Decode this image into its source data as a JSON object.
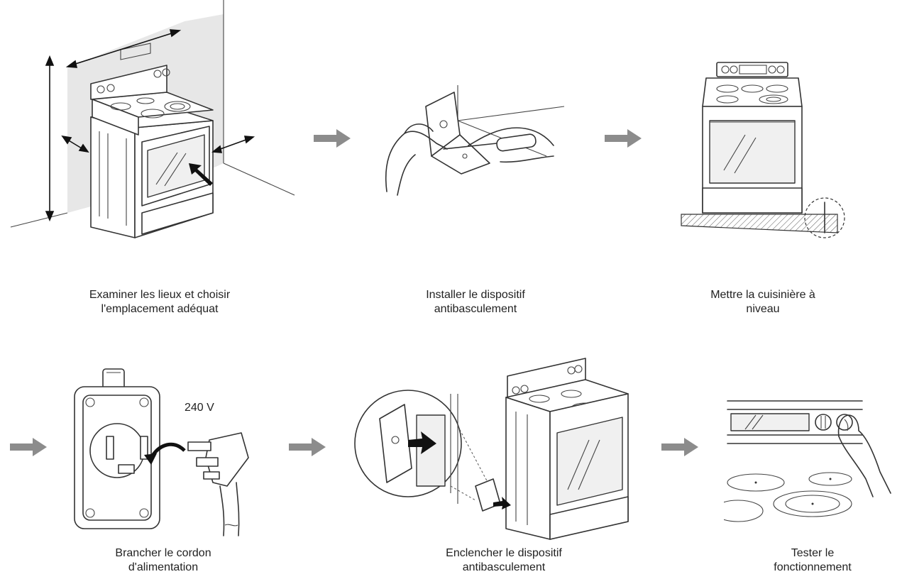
{
  "steps": [
    {
      "id": "1",
      "line1": "Examiner les lieux et choisir",
      "line2": "l'emplacement adéquat"
    },
    {
      "id": "2",
      "line1": "Installer le dispositif",
      "line2": "antibasculement"
    },
    {
      "id": "3",
      "line1": "Mettre la cuisinière à",
      "line2": "niveau"
    },
    {
      "id": "4",
      "line1": "Brancher le cordon",
      "line2": "d'alimentation"
    },
    {
      "id": "5",
      "line1": "Enclencher le dispositif",
      "line2": "antibasculement"
    },
    {
      "id": "6",
      "line1": "Tester le",
      "line2": "fonctionnement"
    }
  ],
  "labels": {
    "voltage": "240 V"
  },
  "colors": {
    "arrow": "#8c8c8c",
    "wall": "#e6e6e6",
    "line": "#333333"
  },
  "icons": [
    "flow-arrow-icon"
  ]
}
